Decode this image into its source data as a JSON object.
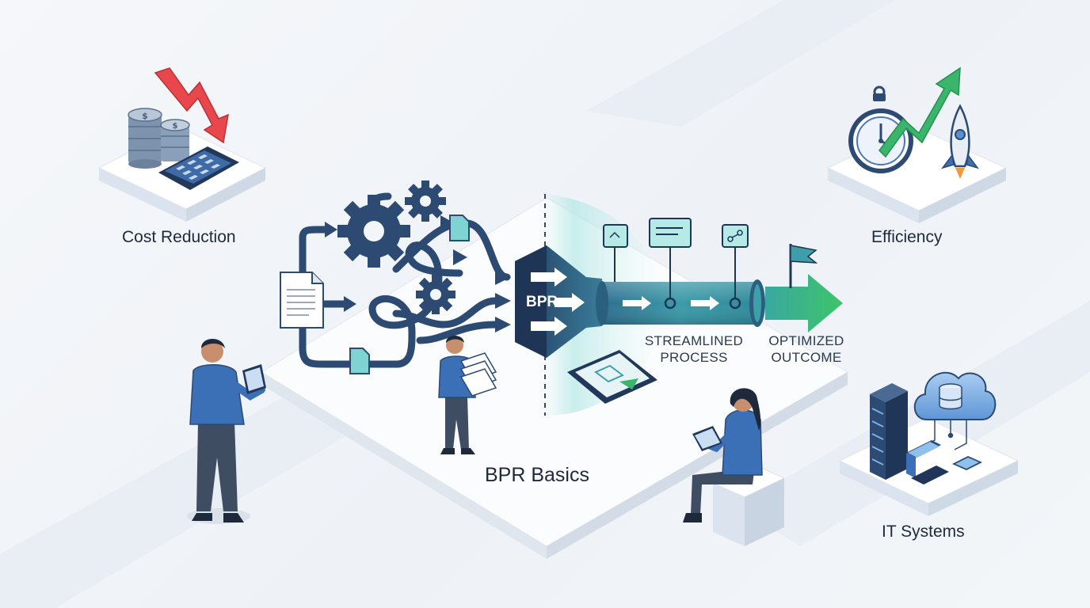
{
  "labels": {
    "cost_reduction": "Cost Reduction",
    "efficiency": "Efficiency",
    "it_systems": "IT Systems",
    "title": "BPR Basics",
    "bpr": "BPR",
    "streamlined_line1": "STREAMLINED",
    "streamlined_line2": "PROCESS",
    "optimized_line1": "OPTIMIZED",
    "optimized_line2": "OUTCOME"
  },
  "colors": {
    "navy": "#2c4a72",
    "dark_navy": "#1e3556",
    "teal": "#3e9eaa",
    "teal_light": "#7fd3d3",
    "green": "#3bb56b",
    "red": "#e8474c",
    "blue_person": "#3b6fb6",
    "platform": "#ffffff"
  },
  "icons": [
    "coin-stack-icon",
    "calculator-icon",
    "down-trend-arrow-icon",
    "stopwatch-icon",
    "up-trend-arrow-icon",
    "rocket-icon",
    "server-rack-icon",
    "cloud-database-icon",
    "laptop-icon",
    "phone-icon",
    "gear-icon",
    "document-icon",
    "flag-icon",
    "tablet-icon"
  ]
}
